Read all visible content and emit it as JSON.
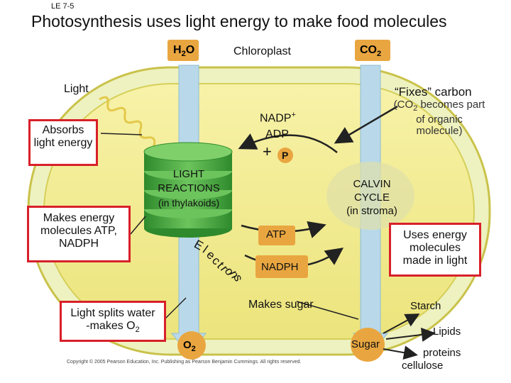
{
  "slide_label": "LE 7-5",
  "title": "Photosynthesis uses light energy to make food molecules",
  "inputs": {
    "water": "H",
    "water_sub": "2",
    "water_end": "O",
    "co2": "CO",
    "co2_sub": "2",
    "light": "Light"
  },
  "chloroplast_label": "Chloroplast",
  "light_reactions": {
    "line1": "LIGHT",
    "line2": "REACTIONS",
    "line3": "(in thylakoids)"
  },
  "calvin_cycle": {
    "line1": "CALVIN",
    "line2": "CYCLE",
    "line3": "(in stroma)"
  },
  "carriers": {
    "nadp": "NADP",
    "nadp_sup": "+",
    "adp": "ADP",
    "plus": "+",
    "p": "P",
    "atp": "ATP",
    "nadph": "NADPH"
  },
  "electrons_letters": [
    "E",
    "l",
    "e",
    "c",
    "t",
    "r",
    "o",
    "n",
    "s"
  ],
  "fixes_carbon": "“Fixes” carbon",
  "co2_note": {
    "line1a": "(CO",
    "line1sub": "2",
    "line1b": " becomes part",
    "line2": "of organic",
    "line3": "molecule)"
  },
  "callouts": {
    "absorbs": [
      "Absorbs",
      "light energy"
    ],
    "makes_energy": [
      "Makes energy",
      "molecules  ATP,",
      "NADPH"
    ],
    "splits_water": [
      "Light splits water",
      "-makes O"
    ],
    "splits_water_sub": "2",
    "uses_energy": [
      "Uses energy",
      "molecules",
      "made in light"
    ]
  },
  "outputs": {
    "o2": "O",
    "o2_sub": "2",
    "makes_sugar": "Makes sugar",
    "sugar": "Sugar",
    "starch": "Starch",
    "lipids": "Lipids",
    "proteins": "proteins",
    "cellulose": "cellulose"
  },
  "copyright": "Copyright © 2005 Pearson Education, Inc. Publishing as Pearson Benjamin Cummings. All rights reserved.",
  "colors": {
    "chloroplast_fill": "#f3ec8c",
    "chloroplast_edge": "#c9c24a",
    "thylakoid": "#3ea33a",
    "callout_border": "#d8202a",
    "flow_arrow": "#b9d9ea",
    "molecule": "#e9a640",
    "arrow_dark": "#222222"
  }
}
